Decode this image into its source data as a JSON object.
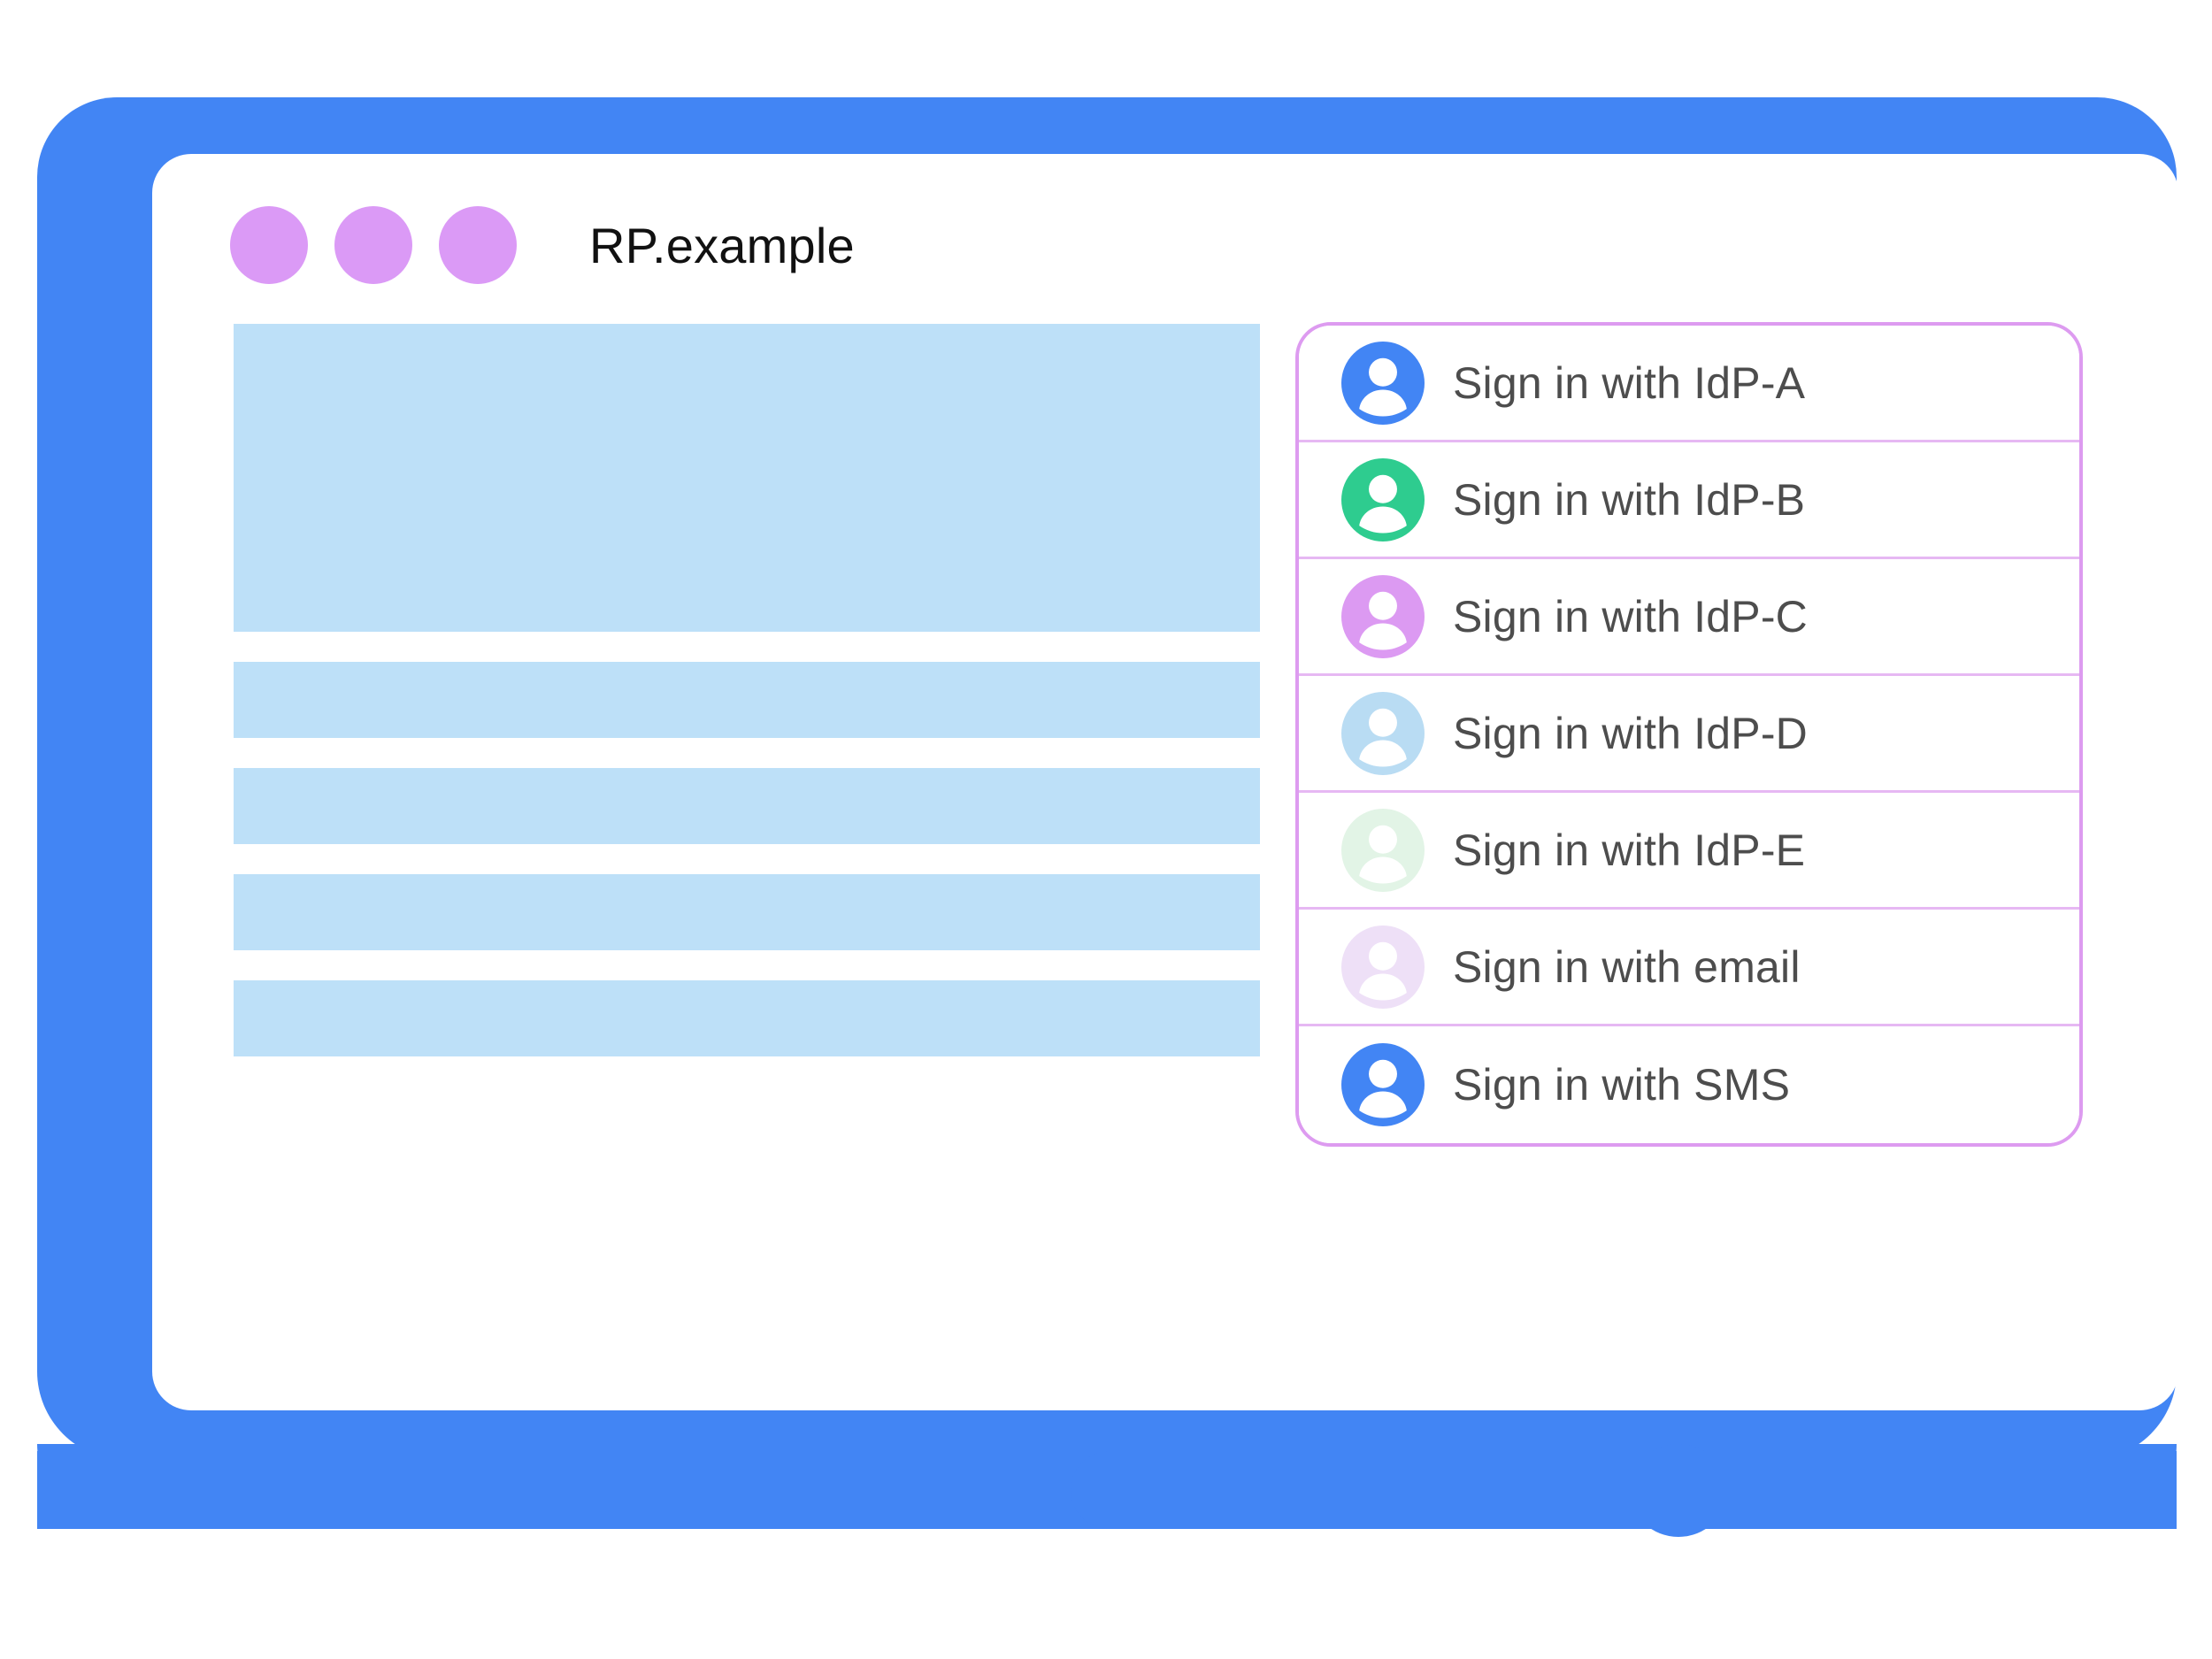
{
  "window": {
    "title": "RP.example",
    "title_dots": [
      "dot-1",
      "dot-2",
      "dot-3"
    ],
    "dot_color": "#db9af6",
    "frame_color": "#4285f4",
    "screen_background": "#ffffff"
  },
  "content_skeleton": {
    "block_color": "#bde0f8",
    "blocks": [
      {
        "name": "hero-placeholder"
      },
      {
        "name": "line-placeholder-1"
      },
      {
        "name": "line-placeholder-2"
      },
      {
        "name": "line-placeholder-3"
      },
      {
        "name": "line-placeholder-4"
      }
    ]
  },
  "account_panel": {
    "border_color": "#dd9bf0",
    "separator_color": "#e6b8f3",
    "label_color": "#4d4d4d",
    "rows": [
      {
        "label": "Sign in with IdP-A",
        "avatar_name": "avatar-idp-a",
        "avatar_color": "#4285f4"
      },
      {
        "label": "Sign in with IdP-B",
        "avatar_name": "avatar-idp-b",
        "avatar_color": "#2ecc8f"
      },
      {
        "label": "Sign in with IdP-C",
        "avatar_name": "avatar-idp-c",
        "avatar_color": "#dc9af2"
      },
      {
        "label": "Sign in with IdP-D",
        "avatar_name": "avatar-idp-d",
        "avatar_color": "#b9dcf3"
      },
      {
        "label": "Sign in with IdP-E",
        "avatar_name": "avatar-idp-e",
        "avatar_color": "#e2f4e6"
      },
      {
        "label": "Sign in with email",
        "avatar_name": "avatar-email",
        "avatar_color": "#eee0f7"
      },
      {
        "label": "Sign in with SMS",
        "avatar_name": "avatar-sms",
        "avatar_color": "#4285f4"
      }
    ]
  },
  "bottom_bezel": {
    "home_button_name": "home-button",
    "color": "#4285f4"
  }
}
